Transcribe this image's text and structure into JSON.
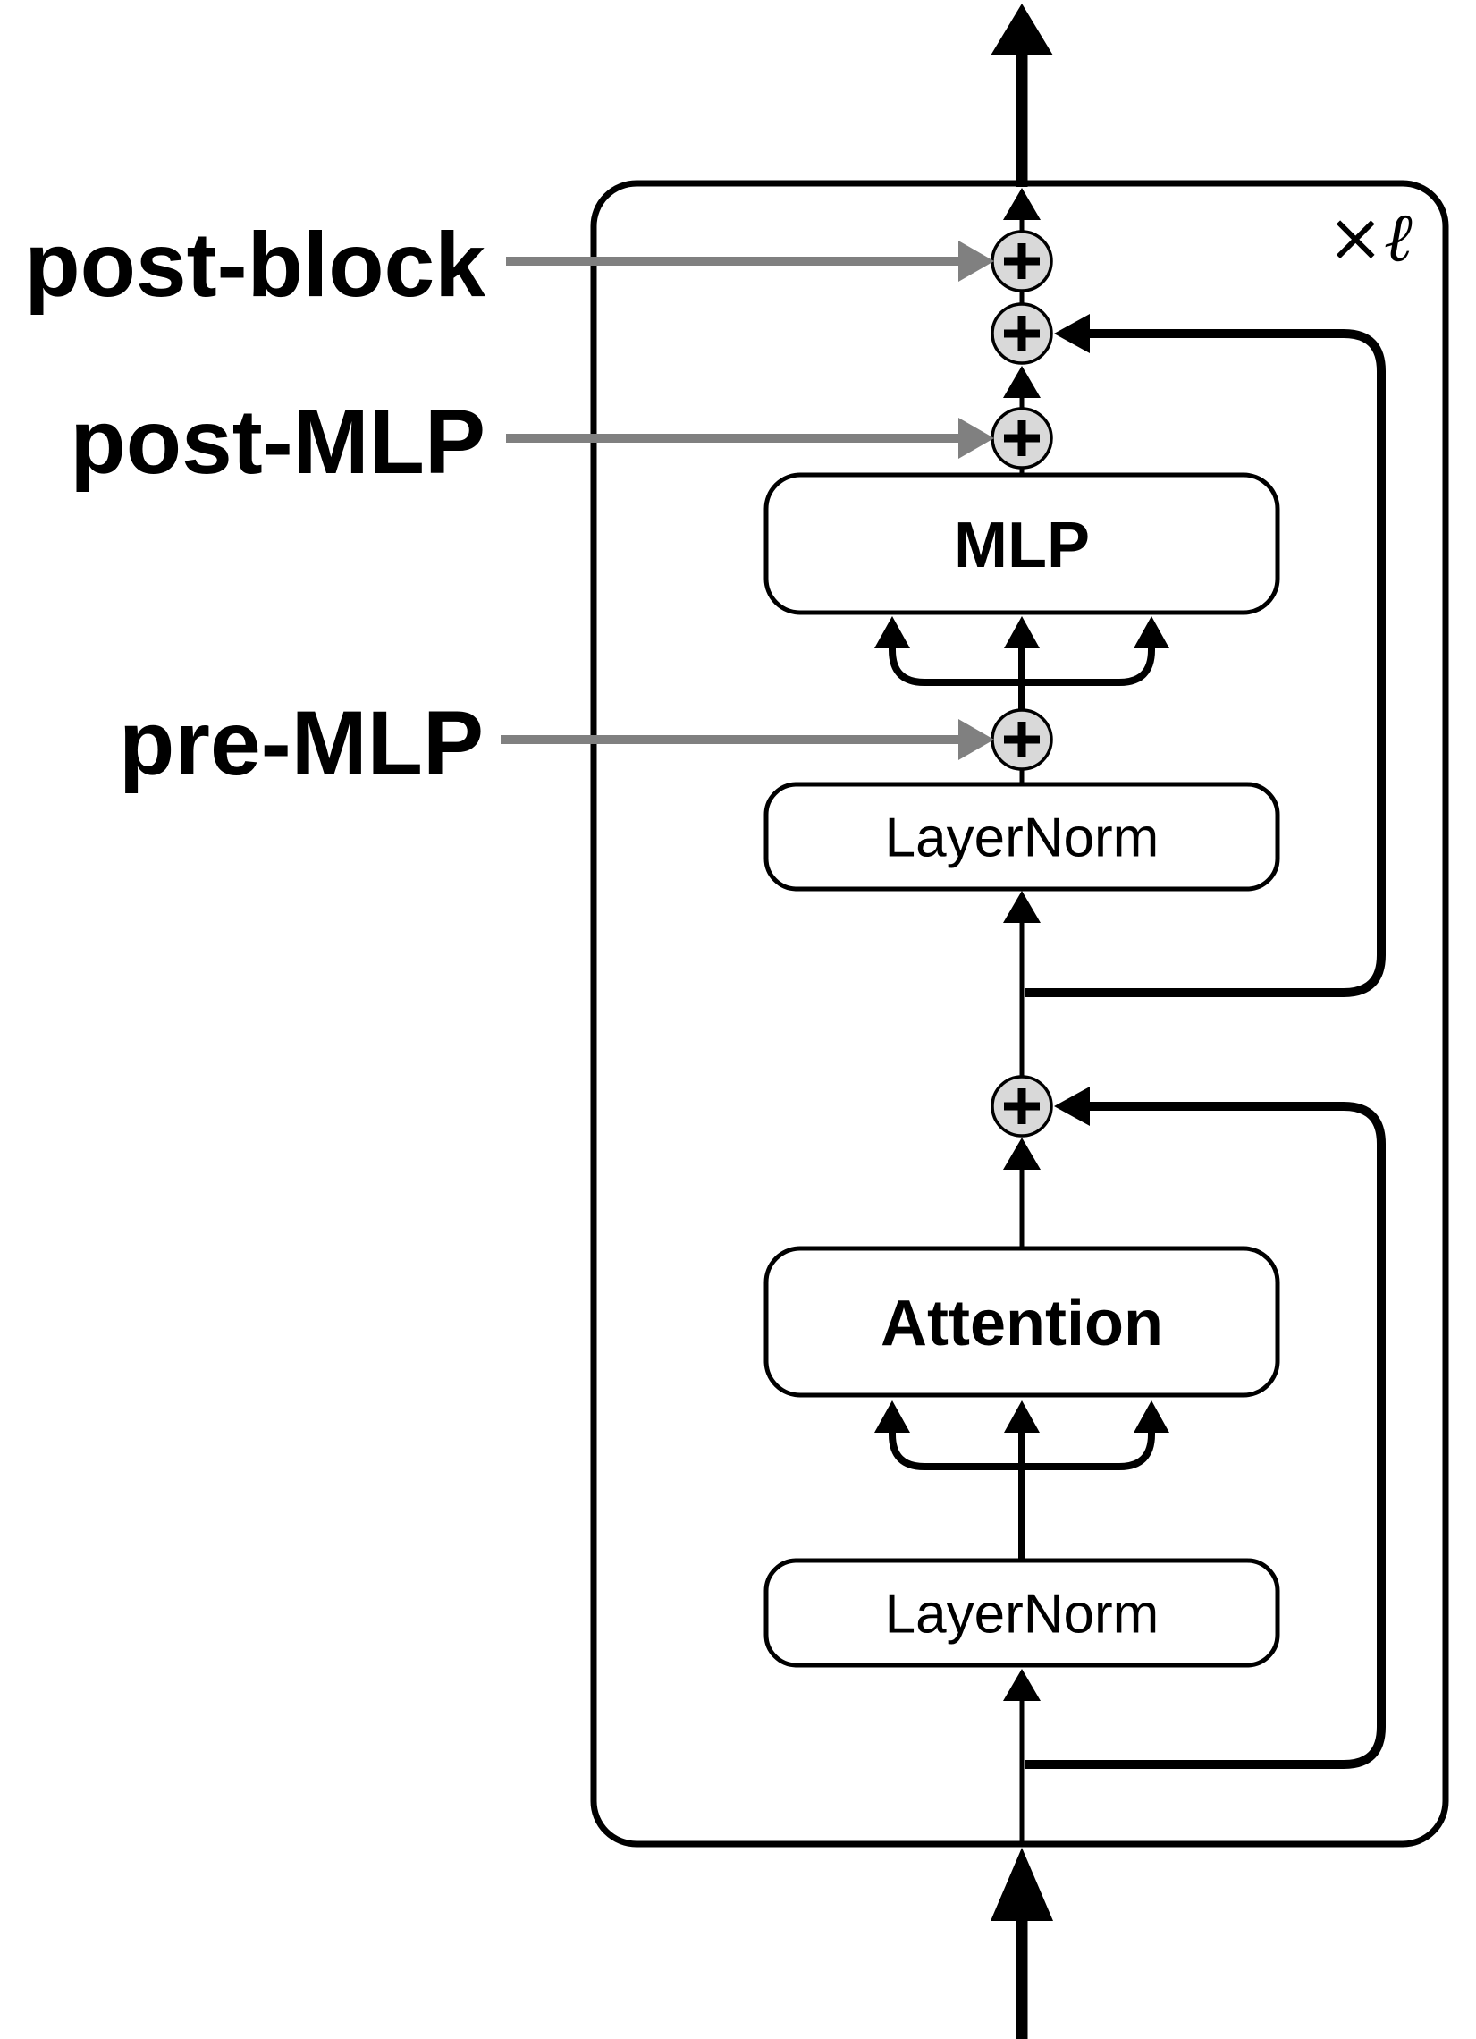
{
  "diagram": {
    "repeat_badge": "×ℓ",
    "plus_icon": "+",
    "blocks": {
      "mlp": "MLP",
      "attention": "Attention",
      "layernorm_upper": "LayerNorm",
      "layernorm_lower": "LayerNorm"
    },
    "annotations": [
      {
        "label": "post-block",
        "color": "#228B22"
      },
      {
        "label": "post-MLP",
        "color": "#4647E8"
      },
      {
        "label": "pre-MLP",
        "color": "#EE1515"
      }
    ],
    "colors": {
      "line": "#000000",
      "annotation_arrow": "#808080",
      "node_fill": "#D9D9D9",
      "background": "#FFFFFF"
    }
  }
}
